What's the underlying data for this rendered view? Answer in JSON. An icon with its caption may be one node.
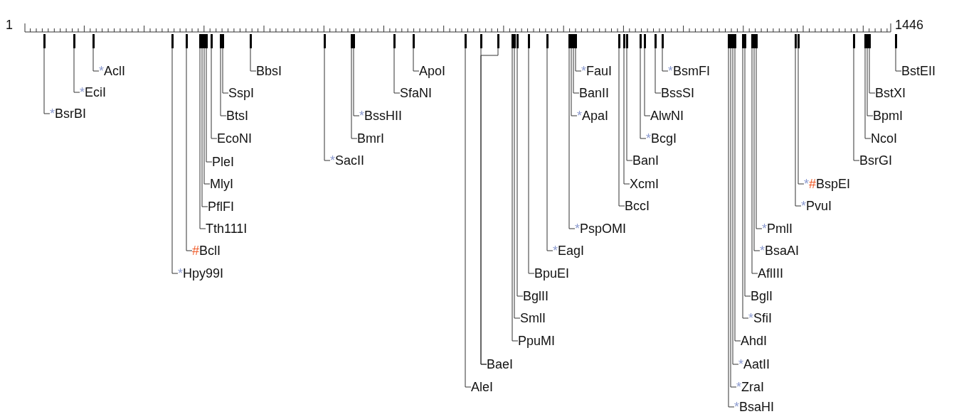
{
  "diagram": {
    "nodes": [
      {
        "text": [],
        "shape": "bar"
      },
      {
        "text": [],
        "shape": "bar"
      },
      {
        "text": [],
        "shape": "bar"
      },
      {
        "text": [],
        "shape": "bar"
      },
      {
        "text": [],
        "shape": "bar"
      },
      {
        "text": [],
        "shape": "bar"
      },
      {
        "text": [],
        "shape": "bar"
      },
      {
        "text": [],
        "shape": "bar"
      },
      {
        "text": [],
        "shape": "bar"
      },
      {
        "text": [],
        "shape": "bar"
      },
      {
        "text": [],
        "shape": "bar"
      },
      {
        "text": [],
        "shape": "bar"
      },
      {
        "text": [],
        "shape": "bar"
      },
      {
        "text": [],
        "shape": "bar"
      },
      {
        "text": [],
        "shape": "bar"
      },
      {
        "text": [],
        "shape": "bar"
      },
      {
        "text": [],
        "shape": "bar"
      },
      {
        "text": [],
        "shape": "bar"
      },
      {
        "text": [],
        "shape": "bar"
      },
      {
        "text": [],
        "shape": "bar"
      },
      {
        "text": [],
        "shape": "bar"
      },
      {
        "text": [],
        "shape": "bar"
      },
      {
        "text": [],
        "shape": "bar"
      },
      {
        "text": [],
        "shape": "bar"
      },
      {
        "text": [],
        "shape": "bar"
      },
      {
        "text": [],
        "shape": "bar"
      },
      {
        "text": [],
        "shape": "bar"
      },
      {
        "text": [],
        "shape": "bar"
      },
      {
        "text": [],
        "shape": "bar"
      },
      {
        "text": [],
        "shape": "bar"
      },
      {
        "text": [],
        "shape": "bar"
      },
      {
        "text": [],
        "shape": "bar"
      },
      {
        "text": [],
        "shape": "bar"
      },
      {
        "text": [],
        "shape": "bar"
      },
      {
        "text": [],
        "shape": "bar"
      },
      {
        "text": [],
        "shape": "bar"
      },
      {
        "text": [],
        "shape": "bar"
      },
      {
        "text": [],
        "shape": "bar"
      },
      {
        "text": [],
        "shape": "bar"
      },
      {
        "text": [],
        "shape": "bar"
      },
      {
        "text": [],
        "shape": "bar"
      },
      {
        "text": [],
        "shape": "bar"
      },
      {
        "text": [],
        "shape": "bar"
      },
      {
        "text": [],
        "shape": "bar"
      },
      {
        "text": [],
        "shape": "bar"
      },
      {
        "text": [],
        "shape": "bar"
      },
      {
        "text": [],
        "shape": "bar"
      },
      {
        "text": [],
        "shape": "bar"
      },
      {
        "text": [],
        "shape": "bar"
      },
      {
        "text": [],
        "shape": "bar"
      },
      {
        "text": [],
        "shape": "bar"
      },
      {
        "text": [],
        "shape": "bar"
      },
      {
        "text": [],
        "shape": "bar"
      },
      {
        "text": [
          "*",
          "BsrBI"
        ]
      },
      {
        "text": [
          "*",
          "EciI"
        ]
      },
      {
        "text": [
          "*",
          "AclI"
        ]
      },
      {
        "text": [
          "*",
          "Hpy99I"
        ]
      },
      {
        "text": [
          "#",
          "BclI"
        ]
      },
      {
        "text": [
          "Tth111I"
        ]
      },
      {
        "text": [
          "PflFI"
        ]
      },
      {
        "text": [
          "MlyI"
        ]
      },
      {
        "text": [
          "PleI"
        ]
      },
      {
        "text": [
          "EcoNI"
        ]
      },
      {
        "text": [
          "BtsI"
        ]
      },
      {
        "text": [
          "SspI"
        ]
      },
      {
        "text": [
          "BbsI"
        ]
      },
      {
        "text": [
          "*",
          "SacII"
        ]
      },
      {
        "text": [
          "BmrI"
        ]
      },
      {
        "text": [
          "*",
          "BssHII"
        ]
      },
      {
        "text": [
          "SfaNI"
        ]
      },
      {
        "text": [
          "ApoI"
        ]
      },
      {
        "text": [
          "AleI"
        ]
      },
      {
        "text": [
          "BaeI"
        ]
      },
      {
        "text": [
          "PpuMI"
        ]
      },
      {
        "text": [
          "SmlI"
        ]
      },
      {
        "text": [
          "BglII"
        ]
      },
      {
        "text": [
          "BpuEI"
        ]
      },
      {
        "text": [
          "*",
          "EagI"
        ]
      },
      {
        "text": [
          "*",
          "PspOMI"
        ]
      },
      {
        "text": [
          "*",
          "ApaI"
        ]
      },
      {
        "text": [
          "BanII"
        ]
      },
      {
        "text": [
          "*",
          "FauI"
        ]
      },
      {
        "text": [
          "BccI"
        ]
      },
      {
        "text": [
          "XcmI"
        ]
      },
      {
        "text": [
          "BanI"
        ]
      },
      {
        "text": [
          "*",
          "BcgI"
        ]
      },
      {
        "text": [
          "AlwNI"
        ]
      },
      {
        "text": [
          "BssSI"
        ]
      },
      {
        "text": [
          "*",
          "BsmFI"
        ]
      },
      {
        "text": [
          "*",
          "BsaHI"
        ]
      },
      {
        "text": [
          "*",
          "ZraI"
        ]
      },
      {
        "text": [
          "*",
          "AatII"
        ]
      },
      {
        "text": [
          "AhdI"
        ]
      },
      {
        "text": [
          "*",
          "SfiI"
        ]
      },
      {
        "text": [
          "BglI"
        ]
      },
      {
        "text": [
          "AflIII"
        ]
      },
      {
        "text": [
          "*",
          "BsaAI"
        ]
      },
      {
        "text": [
          "*",
          "PmlI"
        ]
      },
      {
        "text": [
          "*",
          "PvuI"
        ]
      },
      {
        "text": [
          "*",
          "#",
          "BspEI"
        ]
      },
      {
        "text": [
          "BsrGI"
        ]
      },
      {
        "text": [
          "NcoI"
        ]
      },
      {
        "text": [
          "BpmI"
        ]
      },
      {
        "text": [
          "BstXI"
        ]
      },
      {
        "text": [
          "BstEII"
        ]
      }
    ],
    "edges": [
      {
        "from": 0,
        "to": 53,
        "arrow": "none"
      },
      {
        "from": 1,
        "to": 54,
        "arrow": "none"
      },
      {
        "from": 2,
        "to": 55,
        "arrow": "none"
      },
      {
        "from": 3,
        "to": 56,
        "arrow": "none"
      },
      {
        "from": 4,
        "to": 57,
        "arrow": "none"
      },
      {
        "from": 5,
        "to": 58,
        "arrow": "none"
      },
      {
        "from": 6,
        "to": 59,
        "arrow": "none"
      },
      {
        "from": 7,
        "to": 60,
        "arrow": "none"
      },
      {
        "from": 8,
        "to": 61,
        "arrow": "none"
      },
      {
        "from": 9,
        "to": 62,
        "arrow": "none"
      },
      {
        "from": 10,
        "to": 63,
        "arrow": "none"
      },
      {
        "from": 11,
        "to": 64,
        "arrow": "none"
      },
      {
        "from": 12,
        "to": 65,
        "arrow": "none"
      },
      {
        "from": 13,
        "to": 66,
        "arrow": "none"
      },
      {
        "from": 14,
        "to": 67,
        "arrow": "none"
      },
      {
        "from": 15,
        "to": 68,
        "arrow": "none"
      },
      {
        "from": 16,
        "to": 69,
        "arrow": "none"
      },
      {
        "from": 17,
        "to": 70,
        "arrow": "none"
      },
      {
        "from": 18,
        "to": 71,
        "arrow": "none"
      },
      {
        "from": 19,
        "to": 72,
        "arrow": "none"
      },
      {
        "from": 20,
        "to": 72,
        "arrow": "none"
      },
      {
        "from": 21,
        "to": 73,
        "arrow": "none"
      },
      {
        "from": 22,
        "to": 74,
        "arrow": "none"
      },
      {
        "from": 23,
        "to": 75,
        "arrow": "none"
      },
      {
        "from": 24,
        "to": 76,
        "arrow": "none"
      },
      {
        "from": 25,
        "to": 77,
        "arrow": "none"
      },
      {
        "from": 26,
        "to": 78,
        "arrow": "none"
      },
      {
        "from": 27,
        "to": 79,
        "arrow": "none"
      },
      {
        "from": 28,
        "to": 80,
        "arrow": "none"
      },
      {
        "from": 29,
        "to": 81,
        "arrow": "none"
      },
      {
        "from": 30,
        "to": 82,
        "arrow": "none"
      },
      {
        "from": 31,
        "to": 83,
        "arrow": "none"
      },
      {
        "from": 32,
        "to": 84,
        "arrow": "none"
      },
      {
        "from": 33,
        "to": 85,
        "arrow": "none"
      },
      {
        "from": 34,
        "to": 86,
        "arrow": "none"
      },
      {
        "from": 35,
        "to": 87,
        "arrow": "none"
      },
      {
        "from": 36,
        "to": 88,
        "arrow": "none"
      },
      {
        "from": 37,
        "to": 89,
        "arrow": "none"
      },
      {
        "from": 38,
        "to": 90,
        "arrow": "none"
      },
      {
        "from": 39,
        "to": 91,
        "arrow": "none"
      },
      {
        "from": 40,
        "to": 92,
        "arrow": "none"
      },
      {
        "from": 41,
        "to": 93,
        "arrow": "none"
      },
      {
        "from": 42,
        "to": 94,
        "arrow": "none"
      },
      {
        "from": 43,
        "to": 95,
        "arrow": "none"
      },
      {
        "from": 44,
        "to": 96,
        "arrow": "none"
      },
      {
        "from": 45,
        "to": 97,
        "arrow": "none"
      },
      {
        "from": 46,
        "to": 98,
        "arrow": "none"
      },
      {
        "from": 47,
        "to": 99,
        "arrow": "none"
      },
      {
        "from": 48,
        "to": 100,
        "arrow": "none"
      },
      {
        "from": 49,
        "to": 101,
        "arrow": "none"
      },
      {
        "from": 50,
        "to": 102,
        "arrow": "none"
      },
      {
        "from": 51,
        "to": 103,
        "arrow": "none"
      },
      {
        "from": 52,
        "to": 104,
        "arrow": "none"
      }
    ],
    "labels": [
      "1",
      "1446"
    ]
  }
}
